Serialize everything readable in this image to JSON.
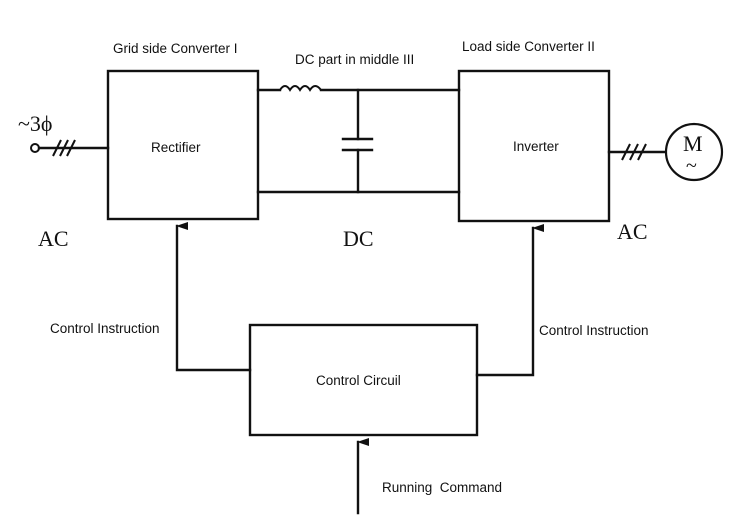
{
  "diagram": {
    "title": "AC-DC-AC frequency converter block diagram",
    "blocks": {
      "rectifier": {
        "heading": "Grid side Converter I",
        "label": "Rectifier"
      },
      "dc_link": {
        "heading": "DC part in middle III"
      },
      "inverter": {
        "heading": "Load side Converter II",
        "label": "Inverter"
      },
      "control": {
        "label": "Control Circuil"
      }
    },
    "labels": {
      "ac_left": "AC",
      "dc": "DC",
      "ac_right": "AC",
      "source": "~3ϕ",
      "motor_letter": "M",
      "motor_tilde": "~",
      "control_instruction_left": "Control Instruction",
      "control_instruction_right": "Control Instruction",
      "running_command": "Running  Command"
    },
    "components": [
      {
        "name": "three-phase-source",
        "symbol": "terminal-with-3-phase-ticks"
      },
      {
        "name": "dc-inductor",
        "symbol": "inductor"
      },
      {
        "name": "dc-capacitor",
        "symbol": "capacitor"
      },
      {
        "name": "motor",
        "symbol": "circle-M-tilde"
      }
    ]
  }
}
